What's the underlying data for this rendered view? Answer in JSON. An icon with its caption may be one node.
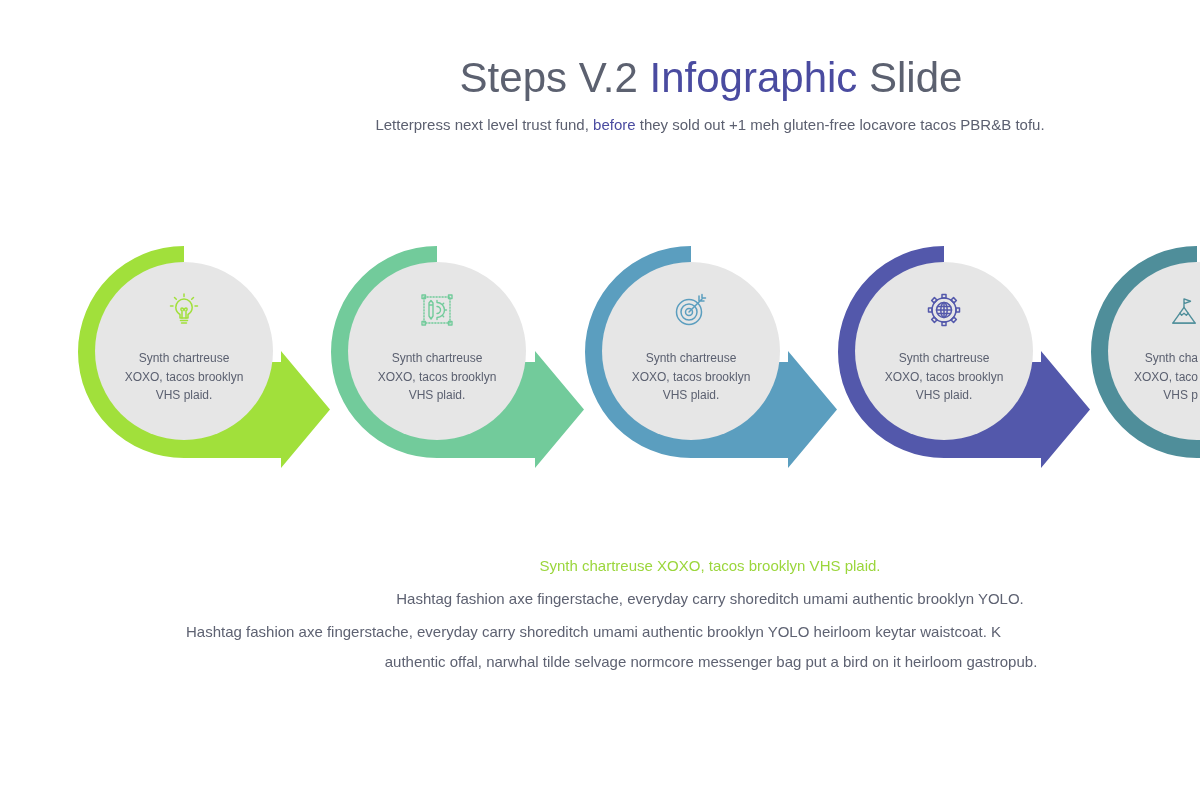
{
  "diagram": {
    "title": "Steps V.2 *Infographic* Slide",
    "nodes": [
      {
        "text": [
          "Synth chartreuse XOXO, tacos brooklyn VHS plaid."
        ]
      },
      {
        "text": [
          "Synth chartreuse XOXO, tacos brooklyn VHS plaid."
        ]
      },
      {
        "text": [
          "Synth chartreuse XOXO, tacos brooklyn VHS plaid."
        ]
      },
      {
        "text": [
          "Synth chartreuse XOXO, tacos brooklyn VHS plaid."
        ]
      },
      {
        "text": [
          "Synth cha XOXO, taco VHS p"
        ]
      }
    ],
    "edges": [
      {
        "from": 0,
        "to": 1,
        "arrow": "to",
        "color": "#a1e03b"
      },
      {
        "from": 1,
        "to": 2,
        "arrow": "to",
        "color": "#72cb9b"
      },
      {
        "from": 2,
        "to": 3,
        "arrow": "to",
        "color": "#5b9ebf"
      },
      {
        "from": 3,
        "to": 4,
        "arrow": "to",
        "color": "#5358ab"
      },
      {
        "from": 4,
        "to": null,
        "arrow": "none",
        "color": "#4f8e9a"
      }
    ],
    "labels": [
      "Letterpress next level trust fund, *before* they sold out +1 meh gluten-free locavore tacos PBR&B tofu.",
      "Synth chartreuse XOXO, tacos brooklyn VHS plaid.",
      "Hashtag fashion axe fingerstache, everyday carry shoreditch umami authentic brooklyn YOLO.",
      "Hashtag fashion axe fingerstache, everyday carry shoreditch umami authentic brooklyn YOLO heirloom keytar waistcoat. K",
      "authentic offal, narwhal tilde selvage normcore messenger bag put a bird on it heirloom gastropub."
    ]
  }
}
